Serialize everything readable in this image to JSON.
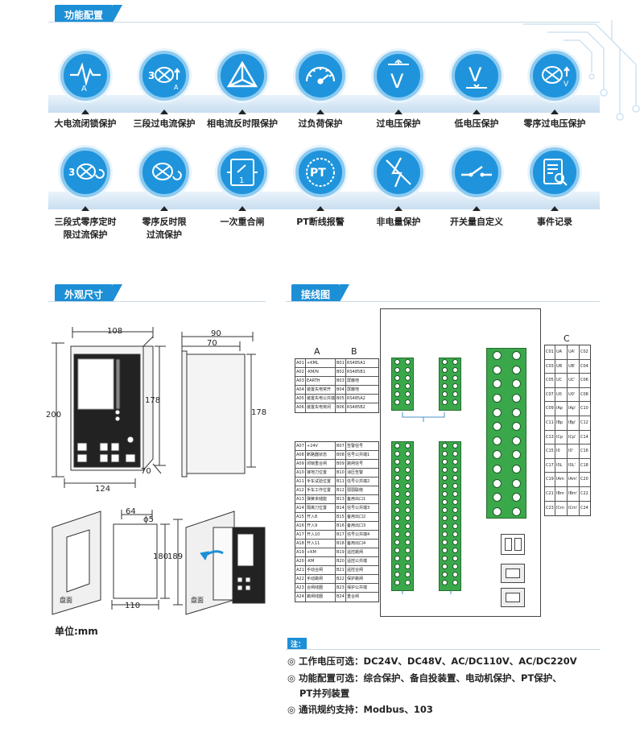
{
  "sections": {
    "features": "功能配置",
    "dimensions": "外观尺寸",
    "wiring": "接线图"
  },
  "features_row1": [
    "大电流闭锁保护",
    "三段过电流保护",
    "相电流反时限保护",
    "过负荷保护",
    "过电压保护",
    "低电压保护",
    "零序过电压保护"
  ],
  "features_row2": [
    "三段式零序定时\n限过流保护",
    "零序反时限\n过流保护",
    "一次重合闸",
    "PT断线报警",
    "非电量保护",
    "开关量自定义",
    "事件记录"
  ],
  "icon_names_row1": [
    "current-pulse-icon",
    "overcurrent-3stage-icon",
    "triangle-phase-icon",
    "gauge-icon",
    "voltage-up-icon",
    "voltage-down-icon",
    "zero-seq-voltage-icon"
  ],
  "icon_names_row2": [
    "zero-seq-3stage-icon",
    "zero-seq-inverse-icon",
    "reclose-icon",
    "pt-icon",
    "lightning-icon",
    "switch-icon",
    "report-search-icon"
  ],
  "icon_text": {
    "a": "A",
    "three": "3",
    "v": "V",
    "pt": "PT",
    "one": "1"
  },
  "dims": {
    "w108": "108",
    "h200": "200",
    "h178": "178",
    "d70": "70",
    "w124": "124",
    "w90": "90",
    "w70": "70",
    "h178b": "178",
    "w64": "64",
    "phi5": "ϕ5",
    "h180": "180",
    "h189": "189",
    "w110": "110",
    "panel1": "盘面",
    "panel2": "盘面"
  },
  "unit": "单位:mm",
  "wiring": {
    "col_a": "A",
    "col_b": "B",
    "col_c": "C",
    "top_rows": [
      [
        "A01",
        "+KML",
        "B01",
        "RS485A1"
      ],
      [
        "A02",
        "-KM/N",
        "B02",
        "RS485B1"
      ],
      [
        "A03",
        "EARTH",
        "B03",
        "屏蔽地"
      ],
      [
        "A04",
        "装置失电常开",
        "B04",
        "屏蔽地"
      ],
      [
        "A05",
        "装置失电公共端",
        "B05",
        "RS485A2"
      ],
      [
        "A06",
        "装置失电常闭",
        "B06",
        "RS485B2"
      ]
    ],
    "bottom_rows": [
      [
        "A07",
        "+24V",
        "B07",
        "告警信号"
      ],
      [
        "A08",
        "断路器状态",
        "B08",
        "信号公共端1"
      ],
      [
        "A09",
        "闭锁重合闸",
        "B09",
        "跳闸信号"
      ],
      [
        "A10",
        "接地刀位置",
        "B10",
        "消压告警"
      ],
      [
        "A11",
        "手车试验位置",
        "B11",
        "信号公共端2"
      ],
      [
        "A12",
        "手车工作位置",
        "B12",
        "弱弱联络"
      ],
      [
        "A13",
        "弹簧未储能",
        "B13",
        "备用出口1"
      ],
      [
        "A14",
        "隔离刀位置",
        "B14",
        "信号公共端3"
      ],
      [
        "A15",
        "开入8",
        "B15",
        "备用出口2"
      ],
      [
        "A16",
        "开入9",
        "B16",
        "备用出口3"
      ],
      [
        "A17",
        "开入10",
        "B17",
        "信号公共端4"
      ],
      [
        "A18",
        "开入11",
        "B18",
        "备用出口4"
      ],
      [
        "A19",
        "+KM",
        "B19",
        "遥控跳闸"
      ],
      [
        "A20",
        "-KM",
        "B20",
        "遥控公共端"
      ],
      [
        "A21",
        "手动合闸",
        "B21",
        "遥控合闸"
      ],
      [
        "A22",
        "手动跳闸",
        "B22",
        "保护跳闸"
      ],
      [
        "A23",
        "合闸线圈",
        "B23",
        "保护公共端"
      ],
      [
        "A24",
        "跳闸线圈",
        "B24",
        "重合闸"
      ]
    ],
    "c_rows": [
      [
        "C01",
        "UA",
        "UA'",
        "C02"
      ],
      [
        "C03",
        "UB",
        "UB'",
        "C04"
      ],
      [
        "C05",
        "UC",
        "UC'",
        "C06"
      ],
      [
        "C07",
        "U0",
        "U0'",
        "C08"
      ],
      [
        "C09",
        "IAp",
        "IAp'",
        "C10"
      ],
      [
        "C11",
        "IBp",
        "IBp'",
        "C12"
      ],
      [
        "C13",
        "ICp",
        "ICp'",
        "C14"
      ],
      [
        "C15",
        "I0",
        "I0'",
        "C16"
      ],
      [
        "C17",
        "I0L",
        "I0L'",
        "C18"
      ],
      [
        "C19",
        "IAm",
        "IAm'",
        "C20"
      ],
      [
        "C21",
        "IBm",
        "IBm'",
        "C22"
      ],
      [
        "C23",
        "ICm",
        "ICm'",
        "C24"
      ]
    ]
  },
  "notes": {
    "title": "注：",
    "line1": "◎ 工作电压可选：DC24V、DC48V、AC/DC110V、AC/DC220V",
    "line2": "◎ 功能配置可选：综合保护、备自投装置、电动机保护、PT保护、",
    "line2b": "PT并列装置",
    "line3": "◎ 通讯规约支持：Modbus、103"
  },
  "colors": {
    "accent": "#1d8fd6",
    "terminal_green": "#3aa84a"
  }
}
